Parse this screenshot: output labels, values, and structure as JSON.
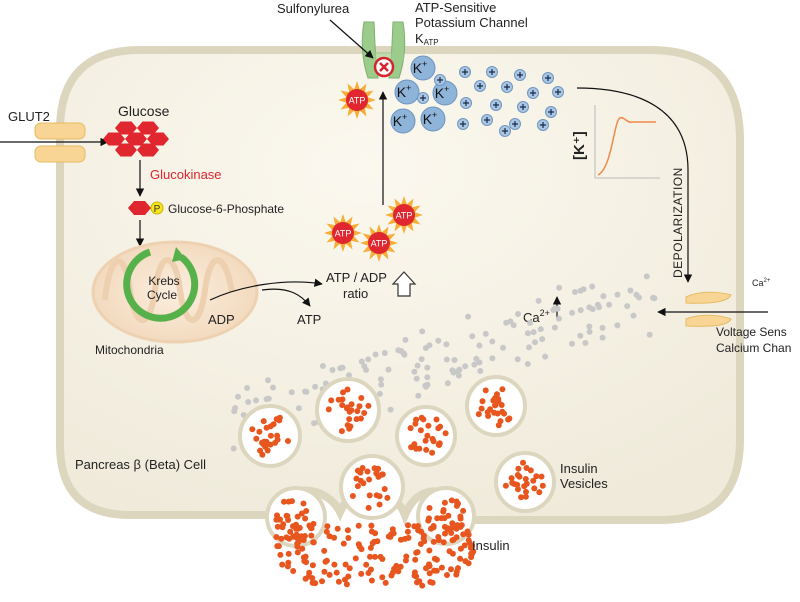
{
  "labels": {
    "glut2": "GLUT2",
    "glucose": "Glucose",
    "glucokinase": "Glucokinase",
    "phospho_p": "P",
    "g6p": "Glucose-6-Phosphate",
    "krebs_line1": "Krebs",
    "krebs_line2": "Cycle",
    "mitochondria": "Mitochondria",
    "adp": "ADP",
    "atp": "ATP",
    "ratio_line1": "ATP / ADP",
    "ratio_line2": "ratio",
    "sulfonylurea": "Sulfonylurea",
    "katp_line1": "ATP-Sensitive",
    "katp_line2": "Potassium Channel",
    "katp_main": "K",
    "katp_sub": "ATP",
    "k_main": "K",
    "k_sup": "+",
    "k_graph_label": "[K⁺]",
    "depolarization": "DEPOLARIZATION",
    "ca_main": "Ca",
    "ca_sup": "2+",
    "vsc_line1": "Voltage Sens",
    "vsc_line2": "Calcium Chan",
    "cell_name": "Pancreas β (Beta) Cell",
    "vesicles_line1": "Insulin",
    "vesicles_line2": "Vesicles",
    "insulin": "Insulin",
    "atp_badge": "ATP"
  },
  "colors": {
    "cell_fill": "#f4f1e6",
    "cell_stroke": "#d9d4bd",
    "glucose": "#e0262e",
    "atp_star": "#e0262e",
    "atp_glow": "#f5a623",
    "k_ion": "#8fb4da",
    "k_ion_small": "#a9c6e4",
    "channel": "#9ccc8c",
    "mito_fill": "#f3dcc2",
    "krebs_ring": "#56b14a",
    "insulin": "#e8561f",
    "calcium": "#c8c8c8",
    "graph_line": "#f08a4b",
    "glut_fill": "#f7d28a"
  }
}
